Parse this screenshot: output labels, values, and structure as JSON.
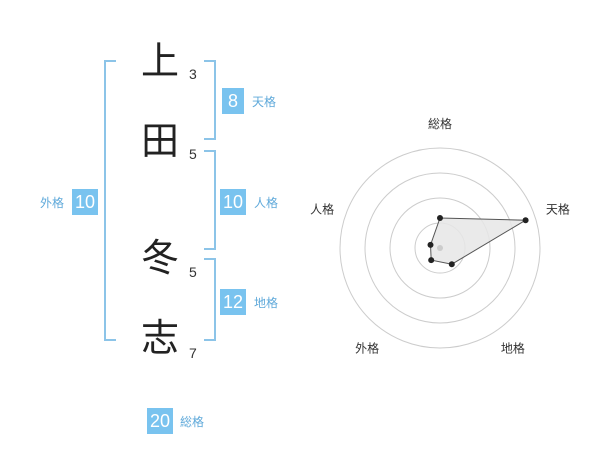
{
  "name_chars": [
    {
      "char": "上",
      "strokes": "3"
    },
    {
      "char": "田",
      "strokes": "5"
    },
    {
      "char": "冬",
      "strokes": "5"
    },
    {
      "char": "志",
      "strokes": "7"
    }
  ],
  "badges": {
    "tenkaku": {
      "value": "8",
      "label": "天格"
    },
    "jinkaku": {
      "value": "10",
      "label": "人格"
    },
    "chikaku": {
      "value": "12",
      "label": "地格"
    },
    "gaikaku": {
      "value": "10",
      "label": "外格"
    },
    "soukaku": {
      "value": "20",
      "label": "総格"
    }
  },
  "chart_data": {
    "type": "radar",
    "axes": [
      "総格",
      "天格",
      "地格",
      "外格",
      "人格"
    ],
    "values": [
      3,
      9,
      2,
      1.5,
      1
    ],
    "rings": 4,
    "colors": {
      "grid": "#cccccc",
      "fill": "#e6e6e6",
      "line": "#555555",
      "point": "#222222"
    }
  }
}
